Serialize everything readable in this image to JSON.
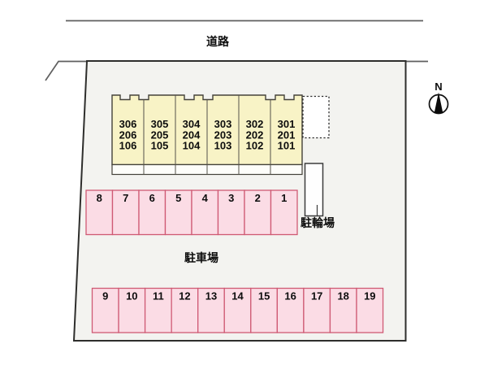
{
  "diagram": {
    "labels": {
      "road": "道路",
      "parking_lot": "駐車場",
      "bicycle_parking": "駐輪場",
      "compass_north": "N"
    },
    "building": {
      "units": [
        {
          "floor3": "306",
          "floor2": "206",
          "floor1": "106"
        },
        {
          "floor3": "305",
          "floor2": "205",
          "floor1": "105"
        },
        {
          "floor3": "304",
          "floor2": "204",
          "floor1": "104"
        },
        {
          "floor3": "303",
          "floor2": "203",
          "floor1": "103"
        },
        {
          "floor3": "302",
          "floor2": "202",
          "floor1": "102"
        },
        {
          "floor3": "301",
          "floor2": "201",
          "floor1": "101"
        }
      ]
    },
    "parking": {
      "row_upper": [
        "8",
        "7",
        "6",
        "5",
        "4",
        "3",
        "2",
        "1"
      ],
      "row_lower": [
        "9",
        "10",
        "11",
        "12",
        "13",
        "14",
        "15",
        "16",
        "17",
        "18",
        "19"
      ]
    },
    "colors": {
      "site_fill": "#f3f3f0",
      "site_outline": "#2e2e2c",
      "building_fill": "#f8f3c6",
      "building_outline": "#44423a",
      "parking_space_fill": "#fbdce5",
      "parking_space_border": "#cf5a74",
      "road_line": "#5f5f5f",
      "text": "#0d0d0d"
    }
  }
}
